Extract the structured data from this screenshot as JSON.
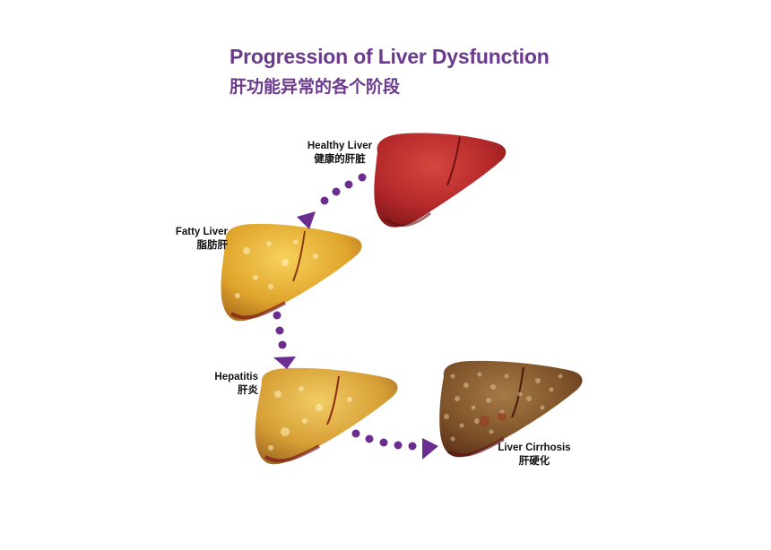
{
  "title": "Progression of Liver Dysfunction",
  "subtitle": "肝功能异常的各个阶段",
  "stages": [
    {
      "label": "Healthy Liver",
      "label_zh": "健康的肝脏",
      "icon": "healthy-liver-icon",
      "color": "#b52a2a"
    },
    {
      "label": "Fatty Liver",
      "label_zh": "脂肪肝",
      "icon": "fatty-liver-icon",
      "color": "#e2a72e"
    },
    {
      "label": "Hepatitis",
      "label_zh": "肝炎",
      "icon": "hepatitis-liver-icon",
      "color": "#d9a237"
    },
    {
      "label": "Liver Cirrhosis",
      "label_zh": "肝硬化",
      "icon": "cirrhosis-liver-icon",
      "color": "#8a5a2a"
    }
  ],
  "arrow_color": "#6b2d8f"
}
